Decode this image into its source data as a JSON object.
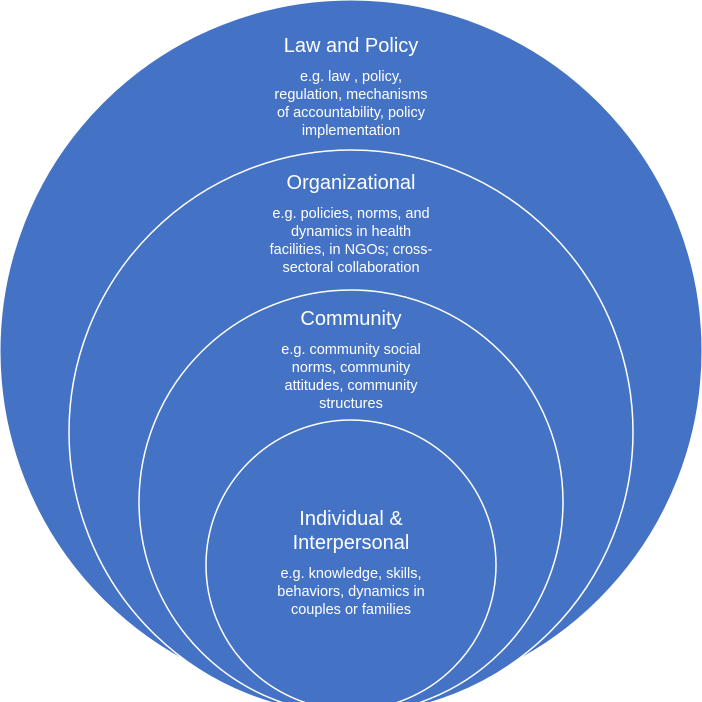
{
  "colors": {
    "fill": "#4472C4",
    "stroke": "#ffffff"
  },
  "rings": {
    "law_policy": {
      "title": "Law and Policy",
      "desc": [
        "e.g. law , policy,",
        "regulation, mechanisms",
        "of accountability, policy",
        "implementation"
      ]
    },
    "organizational": {
      "title": "Organizational",
      "desc": [
        "e.g. policies, norms, and",
        "dynamics in health",
        "facilities, in NGOs; cross-",
        "sectoral collaboration"
      ]
    },
    "community": {
      "title": "Community",
      "desc": [
        "e.g. community social",
        "norms, community",
        "attitudes, community",
        "structures"
      ]
    },
    "individual": {
      "title": [
        "Individual &",
        "Interpersonal"
      ],
      "desc": [
        "e.g. knowledge, skills,",
        "behaviors, dynamics in",
        "couples or families"
      ]
    }
  }
}
